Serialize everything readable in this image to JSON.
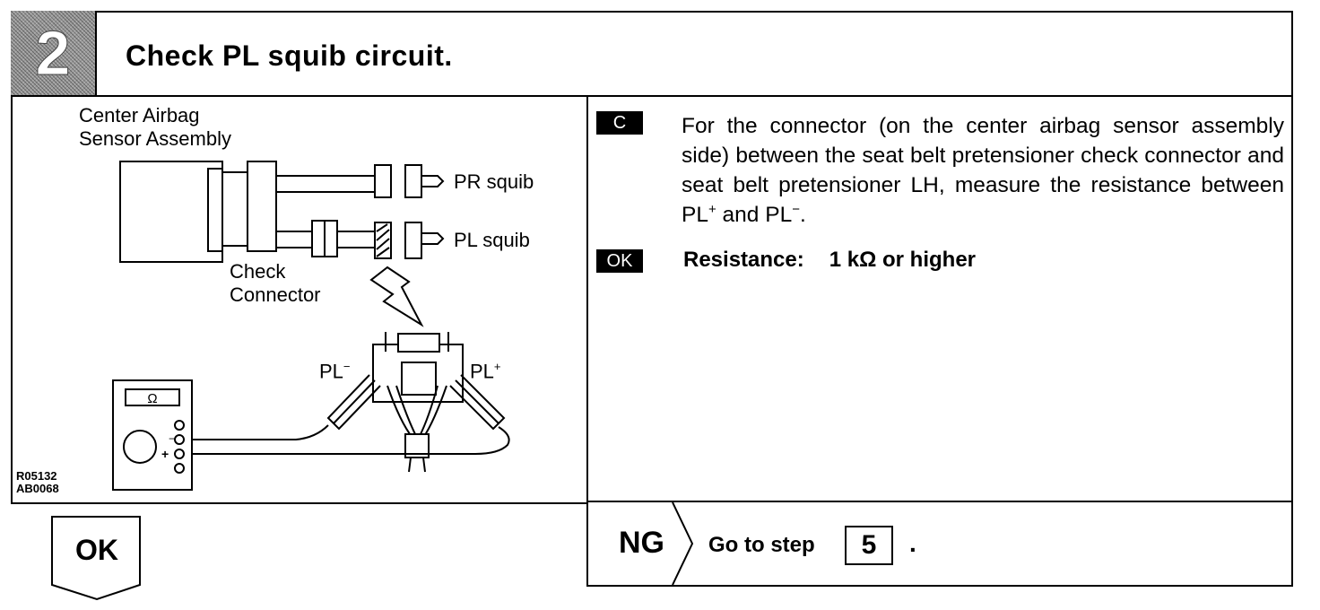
{
  "header": {
    "step_number": "2",
    "title": "Check PL squib circuit."
  },
  "diagram": {
    "label_sensor_line1": "Center Airbag",
    "label_sensor_line2": "Sensor Assembly",
    "label_pr": "PR squib",
    "label_pl": "PL squib",
    "label_check_line1": "Check",
    "label_check_line2": "Connector",
    "label_pl_minus": "PL",
    "label_pl_plus": "PL",
    "meter_symbol": "Ω",
    "code1": "R05132",
    "code2": "AB0068"
  },
  "procedure": {
    "tag_c": "C",
    "text_part1": "For the connector (on the center airbag sensor assembly side) between the seat belt pretensioner check connector and seat belt pretensioner LH, measure the resistance between PL",
    "text_sup_plus": "+",
    "text_and": " and PL",
    "text_sup_minus": "−",
    "text_end": ".",
    "tag_ok": "OK",
    "criteria_label": "Resistance:",
    "criteria_value": "1 kΩ or higher"
  },
  "result": {
    "ng_label": "NG",
    "goto_text": "Go to step",
    "goto_step": "5",
    "goto_end": ".",
    "ok_label": "OK"
  }
}
